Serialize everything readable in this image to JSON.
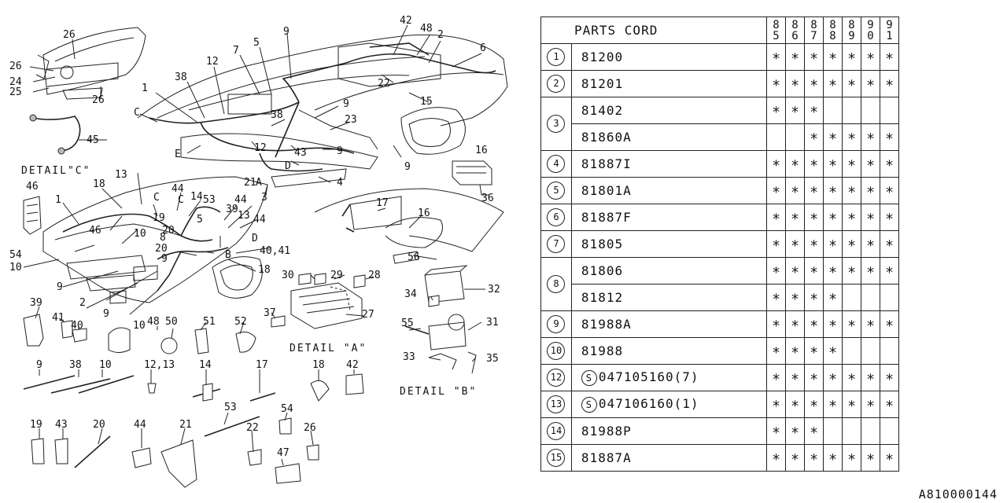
{
  "table": {
    "title": "PARTS CORD",
    "years": [
      [
        "8",
        "5"
      ],
      [
        "8",
        "6"
      ],
      [
        "8",
        "7"
      ],
      [
        "8",
        "8"
      ],
      [
        "8",
        "9"
      ],
      [
        "9",
        "0"
      ],
      [
        "9",
        "1"
      ]
    ],
    "mark": "∗",
    "rows": [
      {
        "no": "1",
        "entries": [
          {
            "code": "81200",
            "years": [
              1,
              1,
              1,
              1,
              1,
              1,
              1
            ]
          }
        ]
      },
      {
        "no": "2",
        "entries": [
          {
            "code": "81201",
            "years": [
              1,
              1,
              1,
              1,
              1,
              1,
              1
            ]
          }
        ]
      },
      {
        "no": "3",
        "entries": [
          {
            "code": "81402",
            "years": [
              1,
              1,
              1,
              0,
              0,
              0,
              0
            ]
          },
          {
            "code": "81860A",
            "years": [
              0,
              0,
              1,
              1,
              1,
              1,
              1
            ]
          }
        ]
      },
      {
        "no": "4",
        "entries": [
          {
            "code": "81887I",
            "years": [
              1,
              1,
              1,
              1,
              1,
              1,
              1
            ]
          }
        ]
      },
      {
        "no": "5",
        "entries": [
          {
            "code": "81801A",
            "years": [
              1,
              1,
              1,
              1,
              1,
              1,
              1
            ]
          }
        ]
      },
      {
        "no": "6",
        "entries": [
          {
            "code": "81887F",
            "years": [
              1,
              1,
              1,
              1,
              1,
              1,
              1
            ]
          }
        ]
      },
      {
        "no": "7",
        "entries": [
          {
            "code": "81805",
            "years": [
              1,
              1,
              1,
              1,
              1,
              1,
              1
            ]
          }
        ]
      },
      {
        "no": "8",
        "entries": [
          {
            "code": "81806",
            "years": [
              1,
              1,
              1,
              1,
              1,
              1,
              1
            ]
          },
          {
            "code": "81812",
            "years": [
              1,
              1,
              1,
              1,
              0,
              0,
              0
            ]
          }
        ]
      },
      {
        "no": "9",
        "entries": [
          {
            "code": "81988A",
            "years": [
              1,
              1,
              1,
              1,
              1,
              1,
              1
            ]
          }
        ]
      },
      {
        "no": "10",
        "entries": [
          {
            "code": "81988",
            "years": [
              1,
              1,
              1,
              1,
              0,
              0,
              0
            ]
          }
        ]
      },
      {
        "no": "12",
        "entries": [
          {
            "code": "047105160(7)",
            "prefix": "S",
            "years": [
              1,
              1,
              1,
              1,
              1,
              1,
              1
            ]
          }
        ]
      },
      {
        "no": "13",
        "entries": [
          {
            "code": "047106160(1)",
            "prefix": "S",
            "years": [
              1,
              1,
              1,
              1,
              1,
              1,
              1
            ]
          }
        ]
      },
      {
        "no": "14",
        "entries": [
          {
            "code": "81988P",
            "years": [
              1,
              1,
              1,
              0,
              0,
              0,
              0
            ]
          }
        ]
      },
      {
        "no": "15",
        "entries": [
          {
            "code": "81887A",
            "years": [
              1,
              1,
              1,
              1,
              1,
              1,
              1
            ]
          }
        ]
      }
    ]
  },
  "footer_code": "A810000144",
  "diagram": {
    "details": {
      "c": "DETAIL\"C\"",
      "a": "DETAIL \"A\"",
      "b": "DETAIL \"B\""
    },
    "labels": [
      "26",
      "26",
      "24",
      "25",
      "26",
      "45",
      "38",
      "1",
      "12",
      "7",
      "5",
      "9",
      "42",
      "48",
      "2",
      "6",
      "22",
      "15",
      "9",
      "23",
      "38",
      "12",
      "43",
      "9",
      "16",
      "36",
      "E",
      "C",
      "21",
      "A",
      "3",
      "D",
      "4",
      "9",
      "46",
      "18",
      "13",
      "C",
      "44",
      "14",
      "53",
      "1",
      "46",
      "10",
      "19",
      "5",
      "20",
      "8",
      "C",
      "39",
      "44",
      "13",
      "44",
      "D",
      "40,41",
      "54",
      "10",
      "9",
      "2",
      "9",
      "20",
      "9",
      "B",
      "18",
      "10",
      "17",
      "16",
      "56",
      "30",
      "29",
      "28",
      "32",
      "34",
      "27",
      "31",
      "37",
      "55",
      "33",
      "35",
      "39",
      "41",
      "40",
      "48",
      "50",
      "51",
      "52",
      "9",
      "38",
      "10",
      "12,13",
      "14",
      "17",
      "18",
      "42",
      "53",
      "54",
      "26",
      "19",
      "43",
      "20",
      "44",
      "21",
      "22",
      "47"
    ]
  }
}
